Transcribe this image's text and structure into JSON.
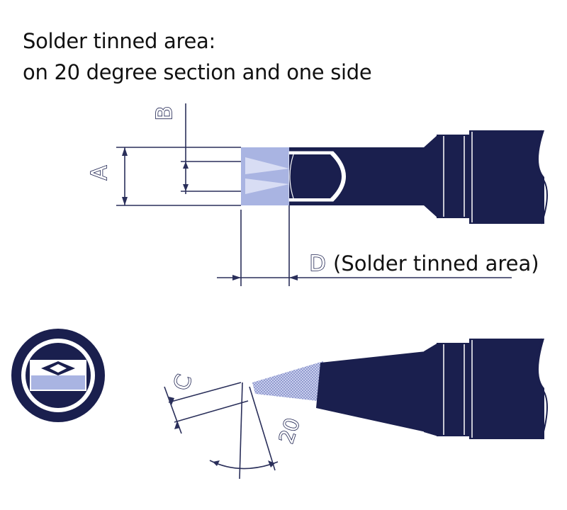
{
  "heading": {
    "line1": "Solder tinned area:",
    "line2": "on 20 degree section and one side"
  },
  "labels": {
    "a": "A",
    "b": "B",
    "c": "C",
    "d": "D",
    "d_note": "(Solder tinned area)",
    "angle": "20"
  },
  "colors": {
    "tip_body": "#1a1f4e",
    "tinned_area": "#a9b4e2",
    "dimension_line": "#2a2f5a",
    "background": "#ffffff"
  }
}
